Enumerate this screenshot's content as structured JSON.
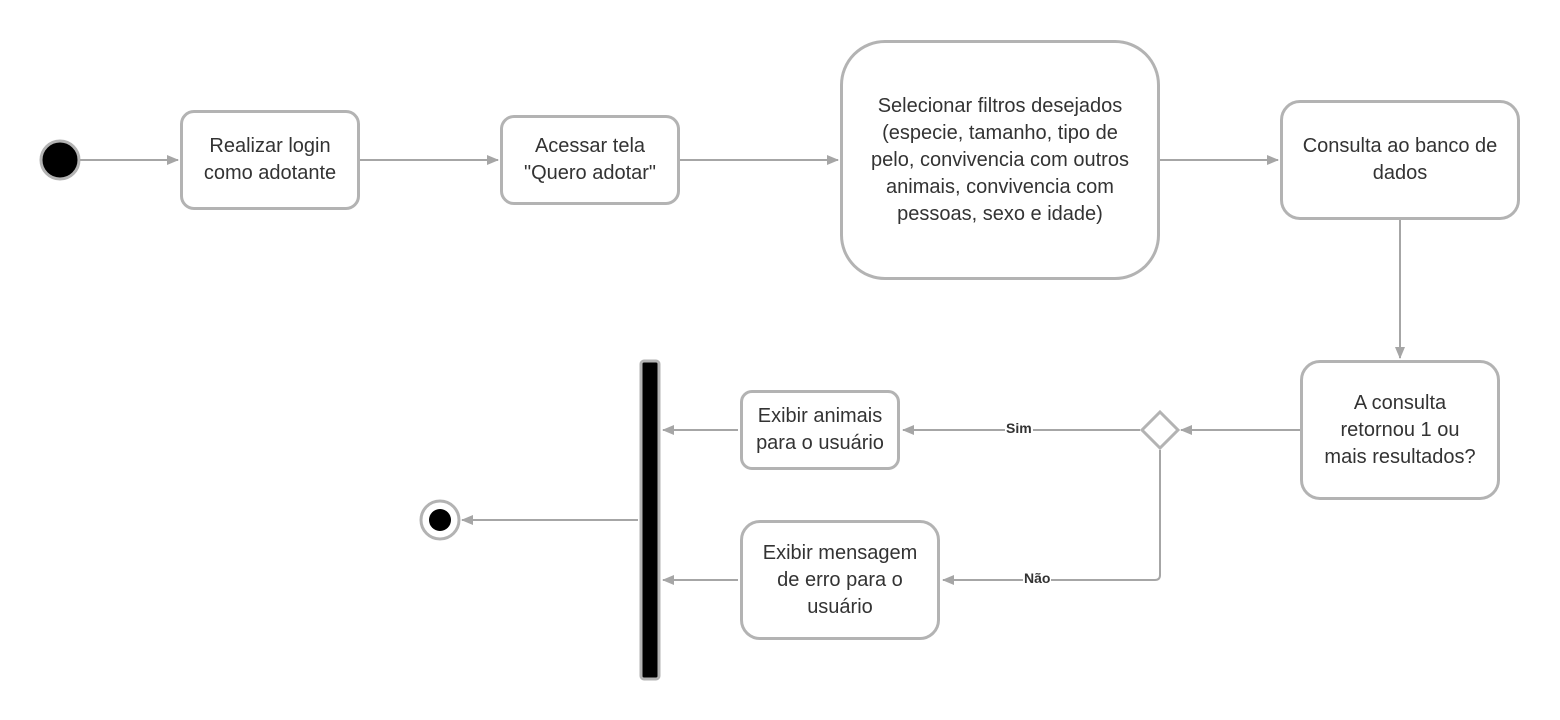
{
  "colors": {
    "stroke": "#b3b3b3",
    "text": "#333333",
    "fill": "#000000"
  },
  "nodes": {
    "login": "Realizar login\ncomo adotante",
    "tela": "Acessar tela\n\"Quero adotar\"",
    "filtros": "Selecionar filtros desejados\n(especie, tamanho, tipo de\npelo, convivencia com outros\nanimais, convivencia com\npessoas, sexo e idade)",
    "consulta": "Consulta ao banco de\ndados",
    "decisao_texto": "A consulta\nretornou 1 ou\nmais resultados?",
    "exibir_animais": "Exibir animais\npara o usuário",
    "exibir_erro": "Exibir mensagem\nde erro para o\nusuário"
  },
  "edge_labels": {
    "sim": "Sim",
    "nao": "Não"
  }
}
